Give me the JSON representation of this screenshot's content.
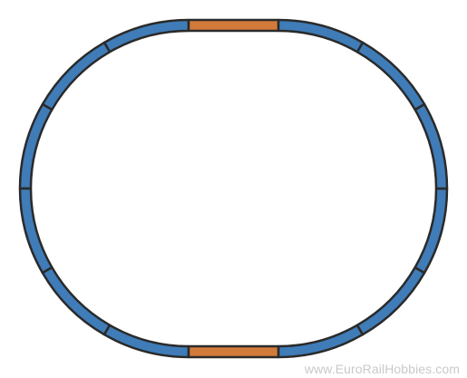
{
  "diagram": {
    "curved_track_pieces": 12,
    "straight_track_pieces": 2,
    "colors": {
      "curved_track": "#3f7cb8",
      "straight_track": "#d27a3a",
      "outline": "#2a2a2a",
      "background": "#ffffff"
    }
  },
  "watermark": {
    "text": "www.EuroRailHobbies.com"
  }
}
